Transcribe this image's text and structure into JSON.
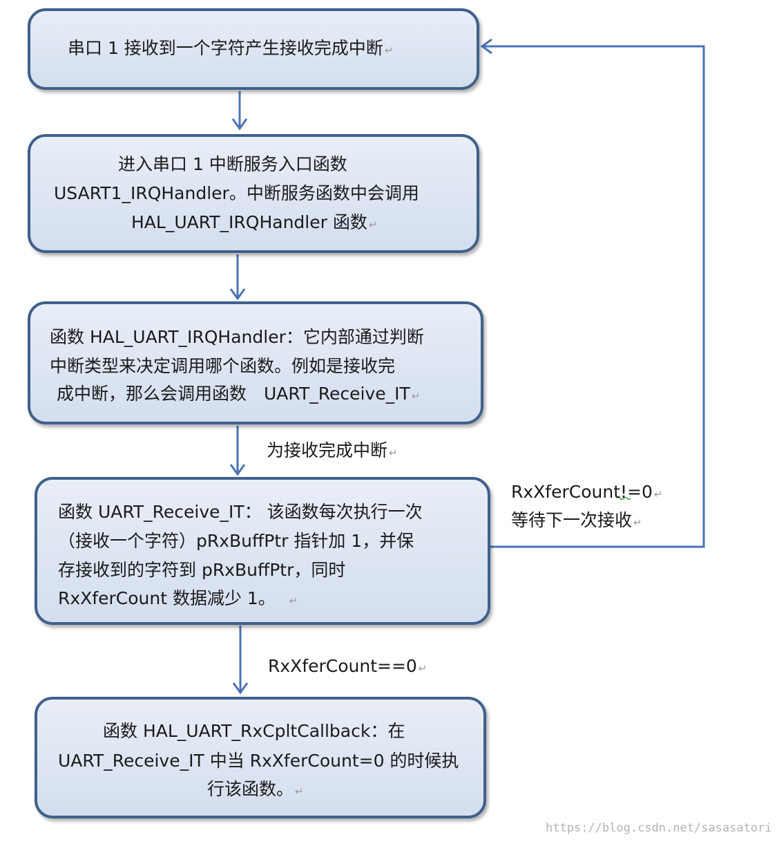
{
  "mark": "↵",
  "nodes": {
    "n1": {
      "lines": [
        "串口 1 接收到一个字符产生接收完成中断"
      ]
    },
    "n2": {
      "lines": [
        "进入串口 1 中断服务入口函数",
        "USART1_IRQHandler。中断服务函数中会调用",
        "HAL_UART_IRQHandler 函数"
      ]
    },
    "n3": {
      "lines": [
        "函数 HAL_UART_IRQHandler：它内部通过判断",
        "中断类型来决定调用哪个函数。例如是接收完",
        "成中断，那么会调用函数　UART_Receive_IT"
      ]
    },
    "n4": {
      "lines": [
        "函数 UART_Receive_IT： 该函数每次执行一次",
        "（接收一个字符）pRxBuffPtr 指针加 1，并保",
        "存接收到的字符到 pRxBuffPtr，同时",
        "RxXferCount 数据减少 1。"
      ]
    },
    "n5": {
      "lines": [
        "函数 HAL_UART_RxCpltCallback：在",
        "UART_Receive_IT 中当 RxXferCount=0 的时候执",
        "行该函数。"
      ]
    }
  },
  "edges": {
    "e3": {
      "label": "为接收完成中断"
    },
    "e4": {
      "label": "RxXferCount==0"
    },
    "loop": {
      "label_lines": [
        "RxXferCount!=0",
        "等待下一次接收"
      ]
    }
  },
  "watermark": "https://blog.csdn.net/sasasatori",
  "colors": {
    "border": "#3f608a",
    "fill": "#dbe4f1",
    "arrow": "#4a73b4"
  }
}
